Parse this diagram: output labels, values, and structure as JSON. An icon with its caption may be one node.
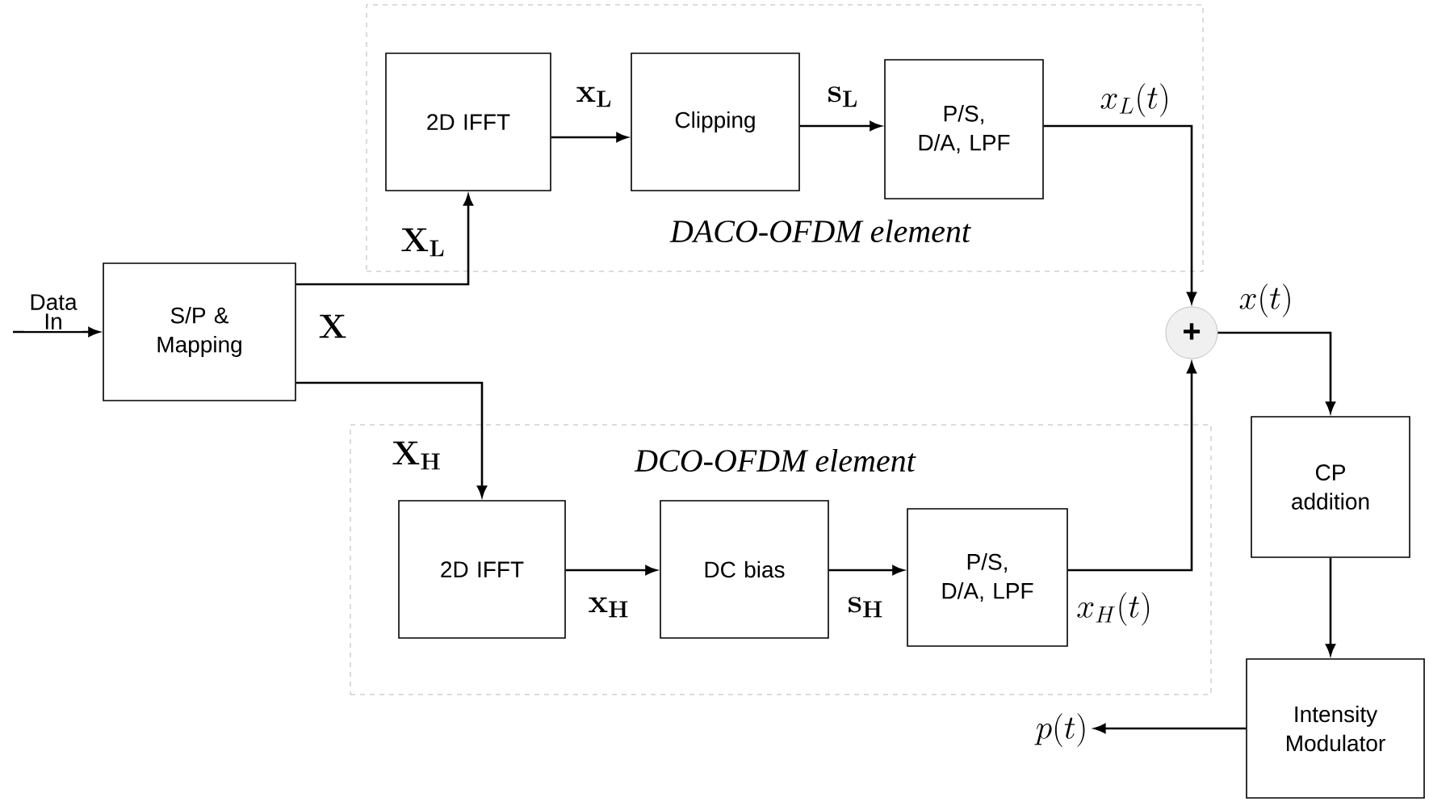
{
  "diagram": {
    "nodes": [
      {
        "text": [
          "DACO-OFDM element"
        ]
      },
      {
        "text": [
          "2D IFFT"
        ],
        "in": 0
      },
      {
        "text": [
          "Clipping"
        ],
        "in": 0
      },
      {
        "text": [
          "P/S, D/A, LPF"
        ],
        "in": 0
      },
      {
        "text": [
          "DCO-OFDM element"
        ]
      },
      {
        "text": [
          "2D IFFT"
        ],
        "in": 4
      },
      {
        "text": [
          "DC bias"
        ],
        "in": 4
      },
      {
        "text": [
          "P/S, D/A, LPF"
        ],
        "in": 4
      },
      {
        "text": [
          "S/P & Mapping"
        ]
      },
      {
        "text": [
          "+"
        ]
      },
      {
        "text": [
          "CP addition"
        ]
      },
      {
        "text": [
          "Intensity Modulator"
        ]
      },
      {
        "text": [
          "p(t)"
        ]
      }
    ],
    "edges": [
      {
        "from": null,
        "to": 8,
        "arrow": "to",
        "label": "Data In"
      },
      {
        "from": 8,
        "to": 1,
        "arrow": "to",
        "label": "\\mathbf{X}_{\\mathbf{L}}"
      },
      {
        "from": 8,
        "to": 5,
        "arrow": "to",
        "label": "\\mathbf{X}_{\\mathbf{H}}"
      },
      {
        "from": 1,
        "to": 2,
        "arrow": "to",
        "label": "\\mathbf{x}_{\\mathbf{L}}"
      },
      {
        "from": 2,
        "to": 3,
        "arrow": "to",
        "label": "\\mathbf{s}_{\\mathbf{L}}"
      },
      {
        "from": 3,
        "to": 9,
        "arrow": "to",
        "label": "x_L(t)"
      },
      {
        "from": 5,
        "to": 6,
        "arrow": "to",
        "label": "\\mathbf{x}_{\\mathbf{H}}"
      },
      {
        "from": 6,
        "to": 7,
        "arrow": "to",
        "label": "\\mathbf{s}_{\\mathbf{H}}"
      },
      {
        "from": 7,
        "to": 9,
        "arrow": "to",
        "label": "x_H(t)"
      },
      {
        "from": 9,
        "to": 10,
        "arrow": "to",
        "label": "x(t)"
      },
      {
        "from": 10,
        "to": 11,
        "arrow": "to"
      },
      {
        "from": 11,
        "to": 12,
        "arrow": "to"
      }
    ],
    "labels": [
      "\\mathbf{X}"
    ]
  }
}
